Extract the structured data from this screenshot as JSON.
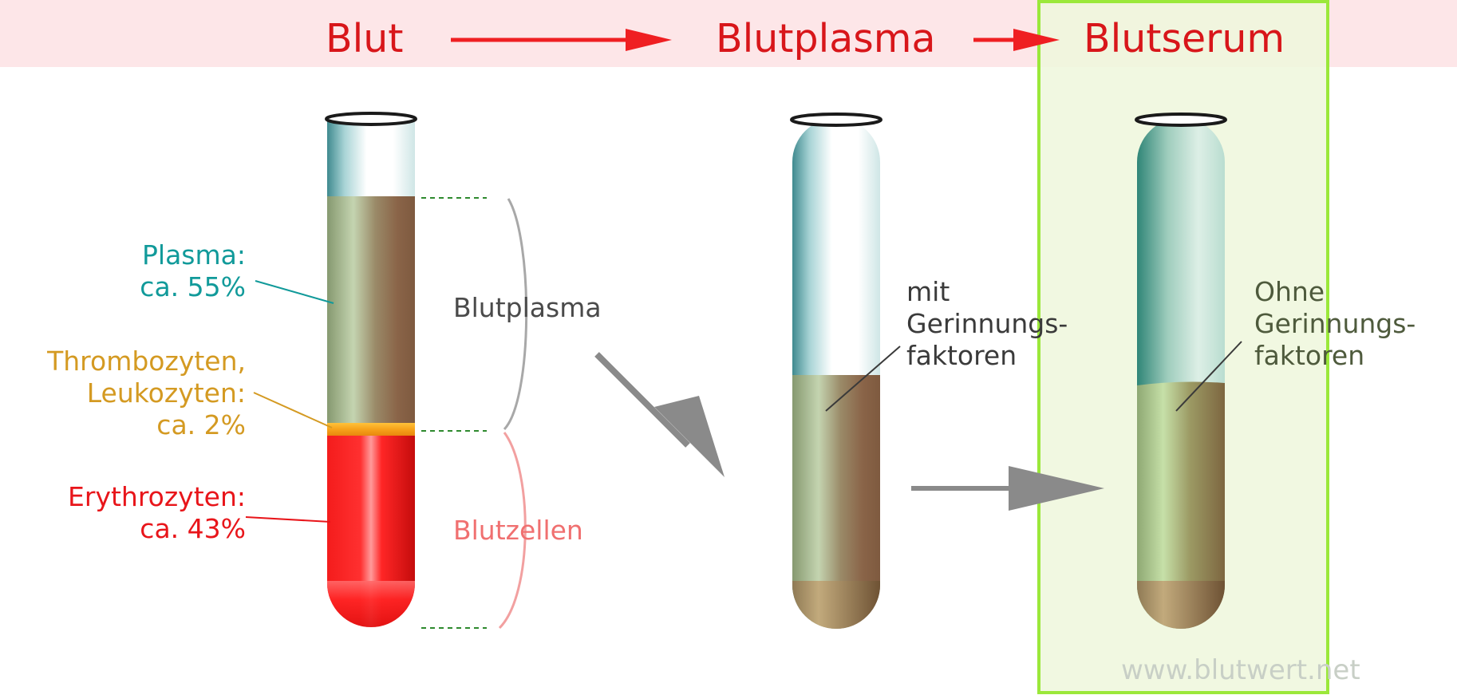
{
  "header": {
    "step1": "Blut",
    "step2": "Blutplasma",
    "step3": "Blutserum"
  },
  "blood_tube": {
    "plasma_label": "Plasma:",
    "plasma_value": "ca. 55%",
    "thrombo_label_1": "Thrombozyten,",
    "thrombo_label_2": "Leukozyten:",
    "thrombo_value": "ca. 2%",
    "ery_label": "Erythrozyten:",
    "ery_value": "ca. 43%",
    "bracket_plasma": "Blutplasma",
    "bracket_cells": "Blutzellen"
  },
  "plasma_tube": {
    "line1": "mit",
    "line2": "Gerinnungs-",
    "line3": "faktoren"
  },
  "serum_tube": {
    "line1": "Ohne",
    "line2": "Gerinnungs-",
    "line3": "faktoren"
  },
  "watermark": "www.blutwert.net",
  "colors": {
    "header_band": "#fde6e8",
    "header_text": "#d8161a",
    "header_arrow": "#ef1f22",
    "highlight_border": "#9be83a",
    "highlight_fill": "#eef7dc",
    "plasma_text": "#119a9a",
    "thrombo_text": "#d49a22",
    "ery_text": "#e8151a",
    "bracket_plasma_text": "#4a4a4a",
    "bracket_cells_text": "#f07070",
    "annotation_text": "#3a3a3a",
    "serum_text": "#4e5a3c",
    "watermark_text": "#c8cfc6"
  }
}
